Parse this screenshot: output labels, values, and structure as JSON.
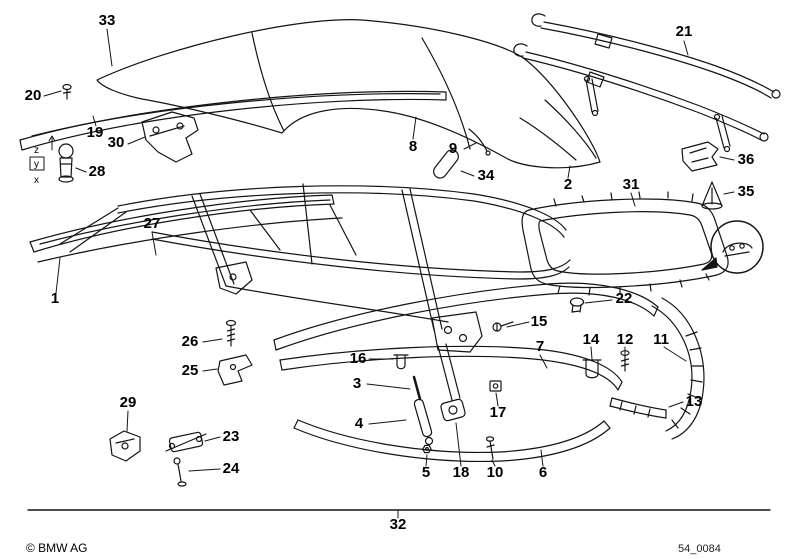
{
  "meta": {
    "copyright": "© BMW AG",
    "drawing_number": "54_0084"
  },
  "axes": {
    "z": "z",
    "y": "y",
    "x": "x"
  },
  "parts": [
    {
      "label": "1"
    },
    {
      "label": "2"
    },
    {
      "label": "3"
    },
    {
      "label": "4"
    },
    {
      "label": "5"
    },
    {
      "label": "6"
    },
    {
      "label": "7"
    },
    {
      "label": "8"
    },
    {
      "label": "9"
    },
    {
      "label": "10"
    },
    {
      "label": "11"
    },
    {
      "label": "12"
    },
    {
      "label": "13"
    },
    {
      "label": "14"
    },
    {
      "label": "15"
    },
    {
      "label": "16"
    },
    {
      "label": "17"
    },
    {
      "label": "18"
    },
    {
      "label": "19"
    },
    {
      "label": "20"
    },
    {
      "label": "21"
    },
    {
      "label": "22"
    },
    {
      "label": "23"
    },
    {
      "label": "24"
    },
    {
      "label": "25"
    },
    {
      "label": "26"
    },
    {
      "label": "27"
    },
    {
      "label": "28"
    },
    {
      "label": "29"
    },
    {
      "label": "30"
    },
    {
      "label": "31"
    },
    {
      "label": "32"
    },
    {
      "label": "33"
    },
    {
      "label": "34"
    },
    {
      "label": "35"
    },
    {
      "label": "36"
    }
  ]
}
